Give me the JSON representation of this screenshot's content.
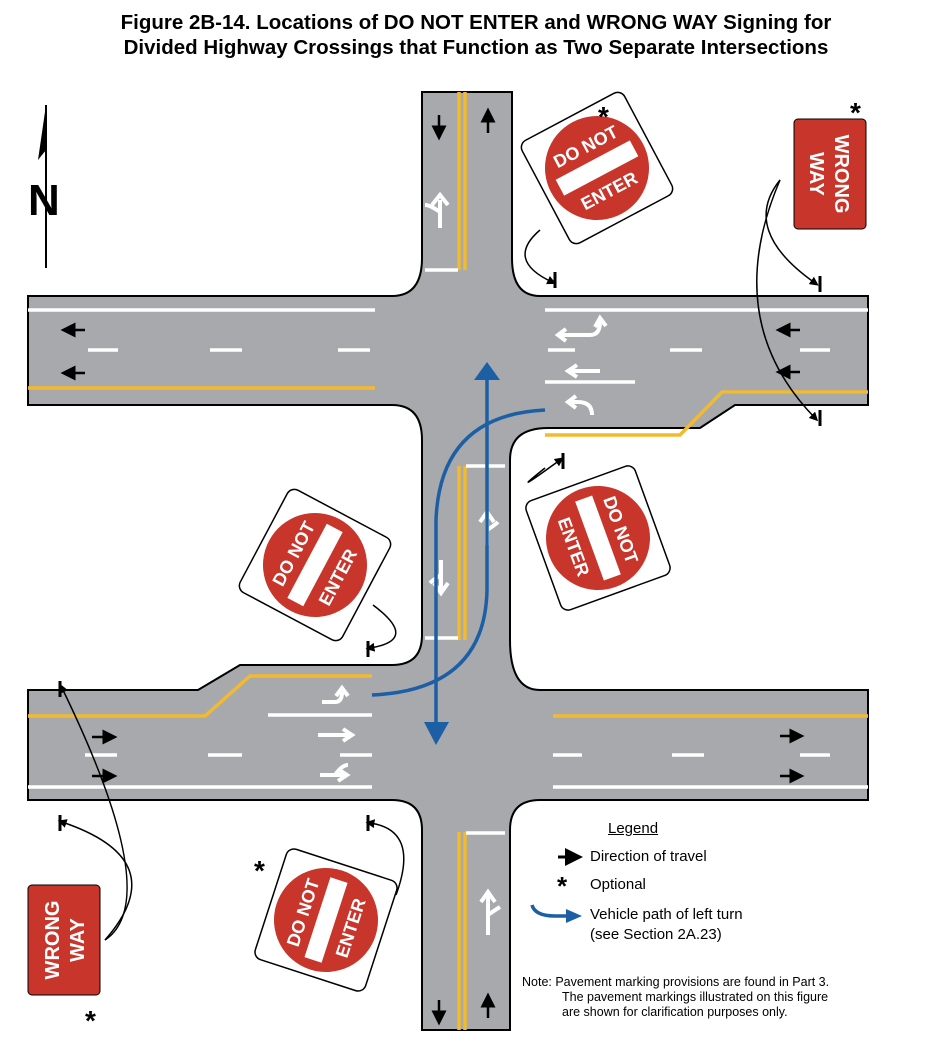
{
  "title": {
    "line1": "Figure 2B-14.  Locations of DO NOT ENTER and WRONG WAY Signing for",
    "line2": "Divided Highway Crossings that Function as Two Separate Intersections"
  },
  "north_label": "N",
  "signs": {
    "do_not_enter_top": "DO NOT",
    "do_not_enter_bottom": "ENTER",
    "wrong_way_top": "WRONG",
    "wrong_way_bottom": "WAY",
    "optional_marker": "*"
  },
  "legend": {
    "title": "Legend",
    "direction": "Direction of travel",
    "optional": "Optional",
    "vehicle_path_line1": "Vehicle path of left turn",
    "vehicle_path_line2": "(see Section 2A.23)"
  },
  "note": {
    "line1": "Note:  Pavement marking provisions are found in Part 3.",
    "line2": "The pavement markings illustrated on this figure",
    "line3": "are shown for clarification purposes only."
  },
  "colors": {
    "road": "#a7a9ac",
    "yellow": "#f2bb2f",
    "sign_red": "#c8352b",
    "path_blue": "#1d5fa5"
  }
}
